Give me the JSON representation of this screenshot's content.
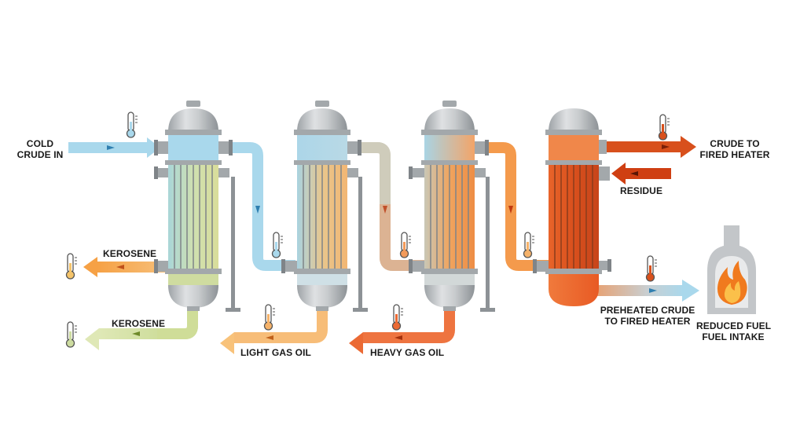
{
  "labels": {
    "cold_crude_in": [
      "COLD",
      "CRUDE IN"
    ],
    "kerosene_top": "KEROSENE",
    "kerosene_bottom": "KEROSENE",
    "light_gas_oil": "LIGHT GAS OIL",
    "heavy_gas_oil": "HEAVY GAS OIL",
    "crude_to_fired_heater": [
      "CRUDE TO",
      "FIRED HEATER"
    ],
    "residue": "RESIDUE",
    "preheated_crude": [
      "PREHEATED CRUDE",
      "TO FIRED HEATER"
    ],
    "reduced_fuel": [
      "REDUCED FUEL",
      "FUEL INTAKE"
    ]
  },
  "icons": [
    "thermometer-icon",
    "flame-icon",
    "flow-arrow-icon"
  ],
  "colors": {
    "cold": "#a9d8ec",
    "light_warm": "#f7c27e",
    "warm": "#f09a4a",
    "hot": "#e35a20",
    "hottest": "#cf3f12",
    "kerosene_orange": "#f5a34e",
    "kerosene_green": "#cddca0",
    "steel": "#c3c6c9",
    "steel_dark": "#7f8488",
    "flame": "#f07a1e"
  }
}
